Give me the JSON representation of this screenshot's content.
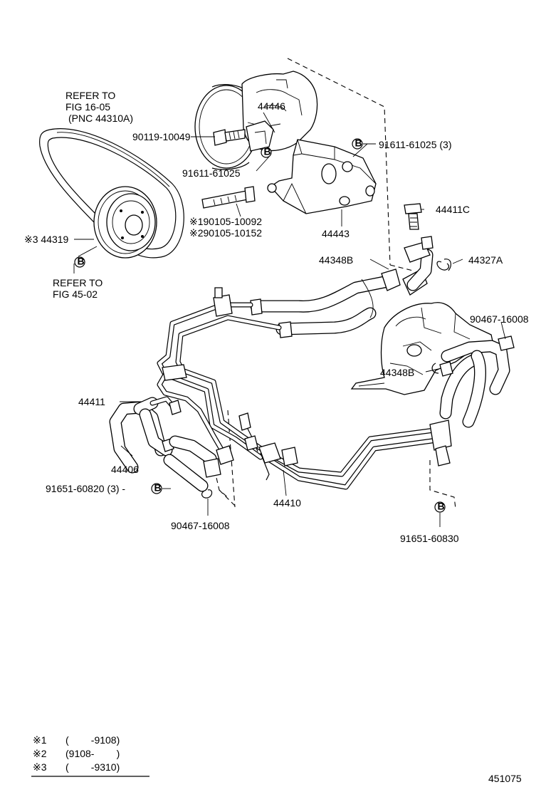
{
  "diagram": {
    "labels": {
      "refer_belt_1": "REFER TO",
      "refer_belt_2": "FIG 16-05",
      "refer_belt_3": "(PNC 44310A)",
      "part_44446": "44446",
      "part_90119": "90119-10049",
      "part_91611_a": "91611-61025",
      "part_91611_b": "91611-61025 (3)",
      "part_19010": "※190105-10092",
      "part_29010": "※290105-10152",
      "part_44443": "44443",
      "part_44411c": "44411C",
      "part_44319": "※3 44319",
      "refer_pulley_1": "REFER TO",
      "refer_pulley_2": "FIG 45-02",
      "part_44348b_a": "44348B",
      "part_44327a": "44327A",
      "part_90467_a": "90467-16008",
      "part_44348b_b": "44348B",
      "part_44411": "44411",
      "part_44406": "44406",
      "part_91651_a": "91651-60820 (3) -",
      "part_44410": "44410",
      "part_90467_b": "90467-16008",
      "part_91651_b": "91651-60830",
      "fig_number": "451075"
    },
    "legend": [
      {
        "mark": "※1",
        "range": "(        -9108)"
      },
      {
        "mark": "※2",
        "range": "(9108-        )"
      },
      {
        "mark": "※3",
        "range": "(        -9310)"
      }
    ],
    "b_mark": "B"
  }
}
